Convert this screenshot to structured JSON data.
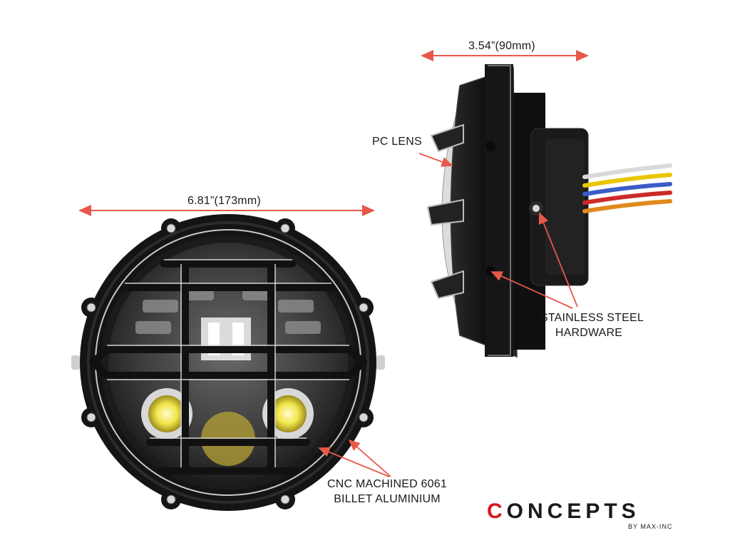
{
  "dimensions": {
    "width": "6.81”(173mm)",
    "depth": "3.54”(90mm)"
  },
  "callouts": {
    "lens": "PC LENS",
    "hardware_line1": "STAINLESS STEEL",
    "hardware_line2": "HARDWARE",
    "body_line1": "CNC MACHINED 6061",
    "body_line2": "BILLET ALUMINIUM"
  },
  "brand": {
    "name_first": "C",
    "name_rest": "ONCEPTS",
    "tagline": "BY MAX-INC"
  },
  "colors": {
    "accent": "#d9141b",
    "arrow": "#e8584a",
    "housing": "#151515"
  }
}
